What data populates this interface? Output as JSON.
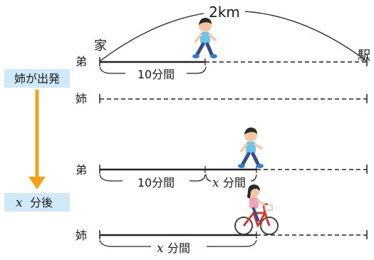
{
  "distance_label": "2km",
  "home_label": "家",
  "station_label": "駅",
  "younger_brother": "弟",
  "older_sister": "姉",
  "event_start": "姉が出発",
  "event_after_var": "x",
  "event_after_unit": "分後",
  "ten_minutes": "10分間",
  "x_var": "x",
  "x_minutes_unit": "分間",
  "colors": {
    "box_fill": "#cfe9f8",
    "arrow": "#f0a21c",
    "boy_shirt": "#6cc6ea",
    "girl_shirt": "#f2a3b9",
    "bike": "#d9332e"
  }
}
